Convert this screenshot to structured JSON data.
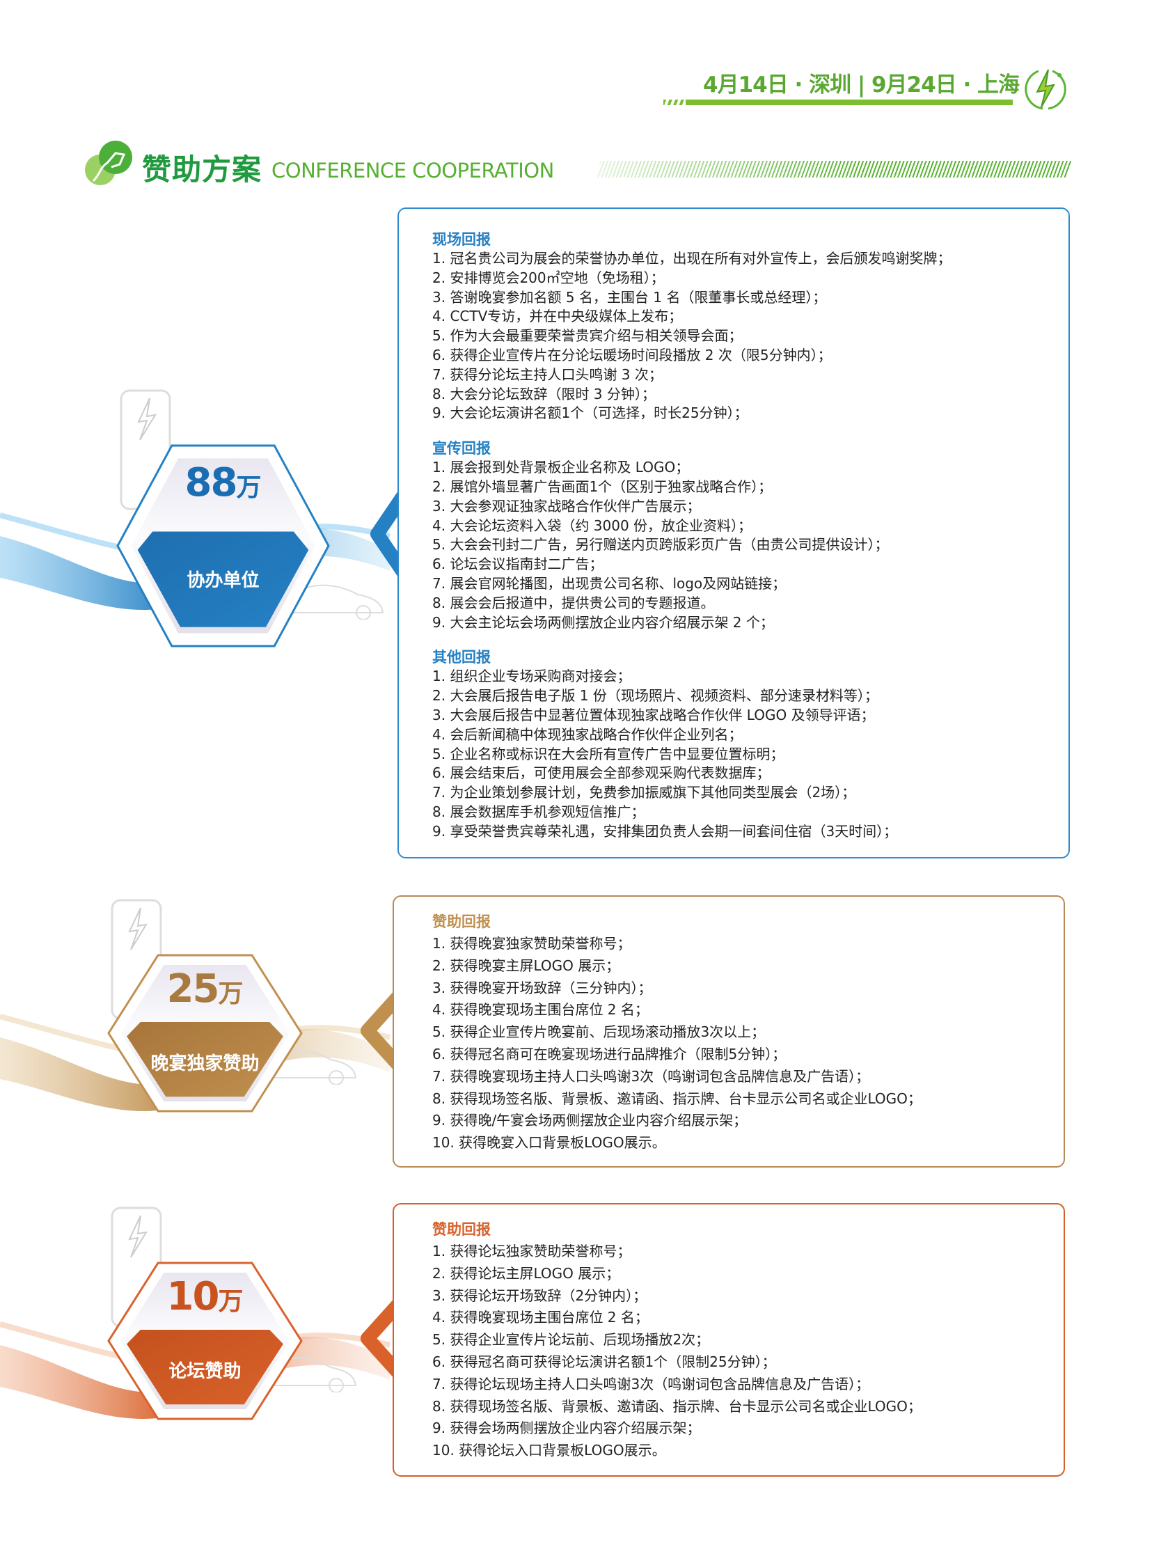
{
  "header": {
    "event_dates": "4月14日 · 深圳 | 9月24日 · 上海",
    "title_cn": "赞助方案",
    "title_en": "CONFERENCE COOPERATION"
  },
  "colors": {
    "green": "#5ab533",
    "blue": "#2581c4",
    "gold": "#c0904f",
    "orange": "#d9622b"
  },
  "tiers": [
    {
      "price": "88",
      "unit": "万",
      "label": "协办单位",
      "sections": [
        {
          "heading": "现场回报",
          "items": [
            "1. 冠名贵公司为展会的荣誉协办单位，出现在所有对外宣传上，会后颁发鸣谢奖牌；",
            "2. 安排博览会200㎡空地（免场租）；",
            "3. 答谢晚宴参加名额 5 名，主围台 1 名（限董事长或总经理）；",
            "4. CCTV专访，并在中央级媒体上发布；",
            "5. 作为大会最重要荣誉贵宾介绍与相关领导会面；",
            "6. 获得企业宣传片在分论坛暖场时间段播放 2 次（限5分钟内）；",
            "7. 获得分论坛主持人口头鸣谢 3 次；",
            "8. 大会分论坛致辞（限时 3 分钟）；",
            "9. 大会论坛演讲名额1个（可选择，时长25分钟）；"
          ]
        },
        {
          "heading": "宣传回报",
          "items": [
            "1. 展会报到处背景板企业名称及 LOGO；",
            "2. 展馆外墙显著广告画面1个（区别于独家战略合作）；",
            "3. 大会参观证独家战略合作伙伴广告展示；",
            "4. 大会论坛资料入袋（约 3000 份，放企业资料）；",
            "5. 大会会刊封二广告，另行赠送内页跨版彩页广告（由贵公司提供设计）；",
            "6. 论坛会议指南封二广告；",
            "7. 展会官网轮播图，出现贵公司名称、logo及网站链接；",
            "8. 展会会后报道中，提供贵公司的专题报道。",
            "9. 大会主论坛会场两侧摆放企业内容介绍展示架 2 个；"
          ]
        },
        {
          "heading": "其他回报",
          "items": [
            "1. 组织企业专场采购商对接会；",
            "2. 大会展后报告电子版 1 份（现场照片、视频资料、部分速录材料等）；",
            "3. 大会展后报告中显著位置体现独家战略合作伙伴 LOGO 及领导评语；",
            "4. 会后新闻稿中体现独家战略合作伙伴企业列名；",
            "5. 企业名称或标识在大会所有宣传广告中显要位置标明；",
            "6. 展会结束后，可使用展会全部参观采购代表数据库；",
            "7. 为企业策划参展计划，免费参加振威旗下其他同类型展会（2场）；",
            "8. 展会数据库手机参观短信推广；",
            "9. 享受荣誉贵宾尊荣礼遇，安排集团负责人会期一间套间住宿（3天时间）；"
          ]
        }
      ]
    },
    {
      "price": "25",
      "unit": "万",
      "label": "晚宴独家赞助",
      "sections": [
        {
          "heading": "赞助回报",
          "items": [
            "1. 获得晚宴独家赞助荣誉称号；",
            "2. 获得晚宴主屏LOGO 展示；",
            "3. 获得晚宴开场致辞（三分钟内）；",
            "4. 获得晚宴现场主围台席位 2 名；",
            "5. 获得企业宣传片晚宴前、后现场滚动播放3次以上；",
            "6. 获得冠名商可在晚宴现场进行品牌推介（限制5分钟）；",
            "7. 获得晚宴现场主持人口头鸣谢3次（鸣谢词包含品牌信息及广告语）；",
            "8. 获得现场签名版、背景板、邀请函、指示牌、台卡显示公司名或企业LOGO；",
            "9. 获得晚/午宴会场两侧摆放企业内容介绍展示架；",
            "10. 获得晚宴入口背景板LOGO展示。"
          ]
        }
      ]
    },
    {
      "price": "10",
      "unit": "万",
      "label": "论坛赞助",
      "sections": [
        {
          "heading": "赞助回报",
          "items": [
            "1. 获得论坛独家赞助荣誉称号；",
            "2. 获得论坛主屏LOGO 展示；",
            "3. 获得论坛开场致辞（2分钟内）；",
            "4. 获得晚宴现场主围台席位 2 名；",
            "5. 获得企业宣传片论坛前、后现场播放2次；",
            "6. 获得冠名商可获得论坛演讲名额1个（限制25分钟）；",
            "7. 获得论坛现场主持人口头鸣谢3次（鸣谢词包含品牌信息及广告语）；",
            "8. 获得现场签名版、背景板、邀请函、指示牌、台卡显示公司名或企业LOGO；",
            "9. 获得会场两侧摆放企业内容介绍展示架；",
            "10. 获得论坛入口背景板LOGO展示。"
          ]
        }
      ]
    }
  ]
}
